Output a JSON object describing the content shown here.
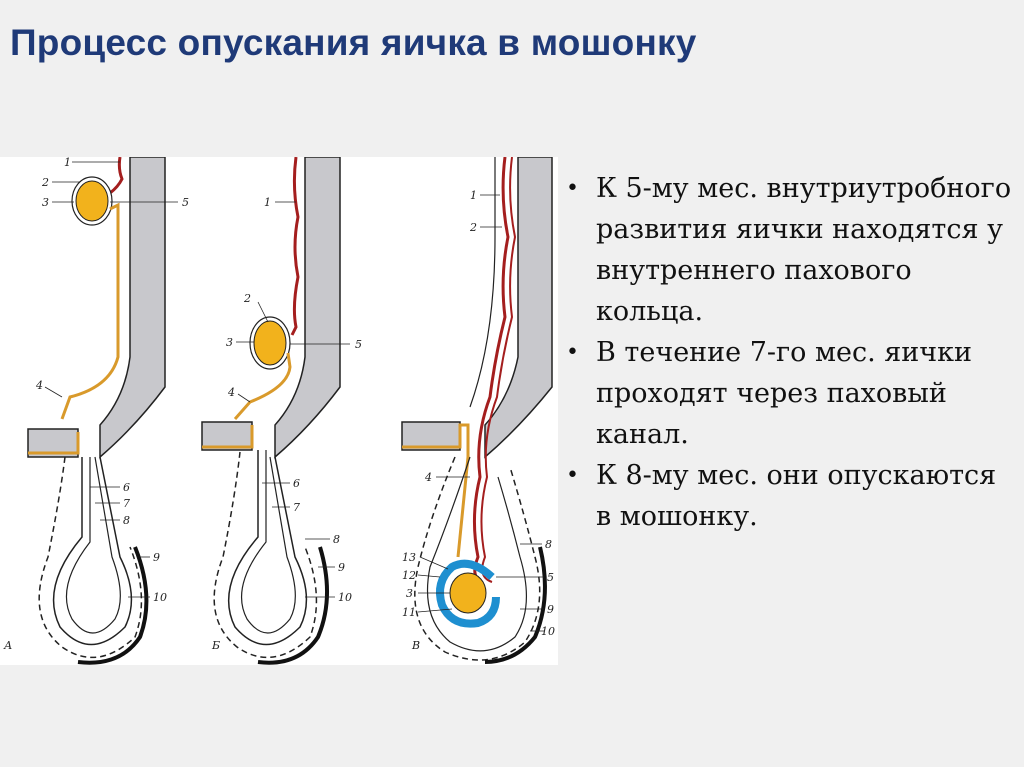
{
  "slide": {
    "title": "Процесс опускания яичка в мошонку"
  },
  "figure": {
    "panels": [
      {
        "letter": "А",
        "labels": [
          "1",
          "2",
          "3",
          "5",
          "4",
          "6",
          "7",
          "8",
          "9",
          "10"
        ]
      },
      {
        "letter": "Б",
        "labels": [
          "1",
          "2",
          "3",
          "5",
          "4",
          "6",
          "7",
          "8",
          "9",
          "10"
        ]
      },
      {
        "letter": "В",
        "labels": [
          "1",
          "2",
          "4",
          "8",
          "13",
          "12",
          "3",
          "11",
          "5",
          "9",
          "10"
        ]
      }
    ],
    "colors": {
      "testis": "#f2b21c",
      "vessel": "#a41e1e",
      "duct": "#d99a2b",
      "muscle_wall": "#c8c8cc",
      "tunica": "#1e8fd0",
      "skin": "#111111"
    }
  },
  "bullets": [
    "К 5-му мес. внутриутробного развития яички находятся у внутреннего пахового кольца.",
    "В течение 7-го мес. яички проходят через паховый канал.",
    "К 8-му мес. они опускаются в мошонку."
  ],
  "bullet_symbol": "•"
}
